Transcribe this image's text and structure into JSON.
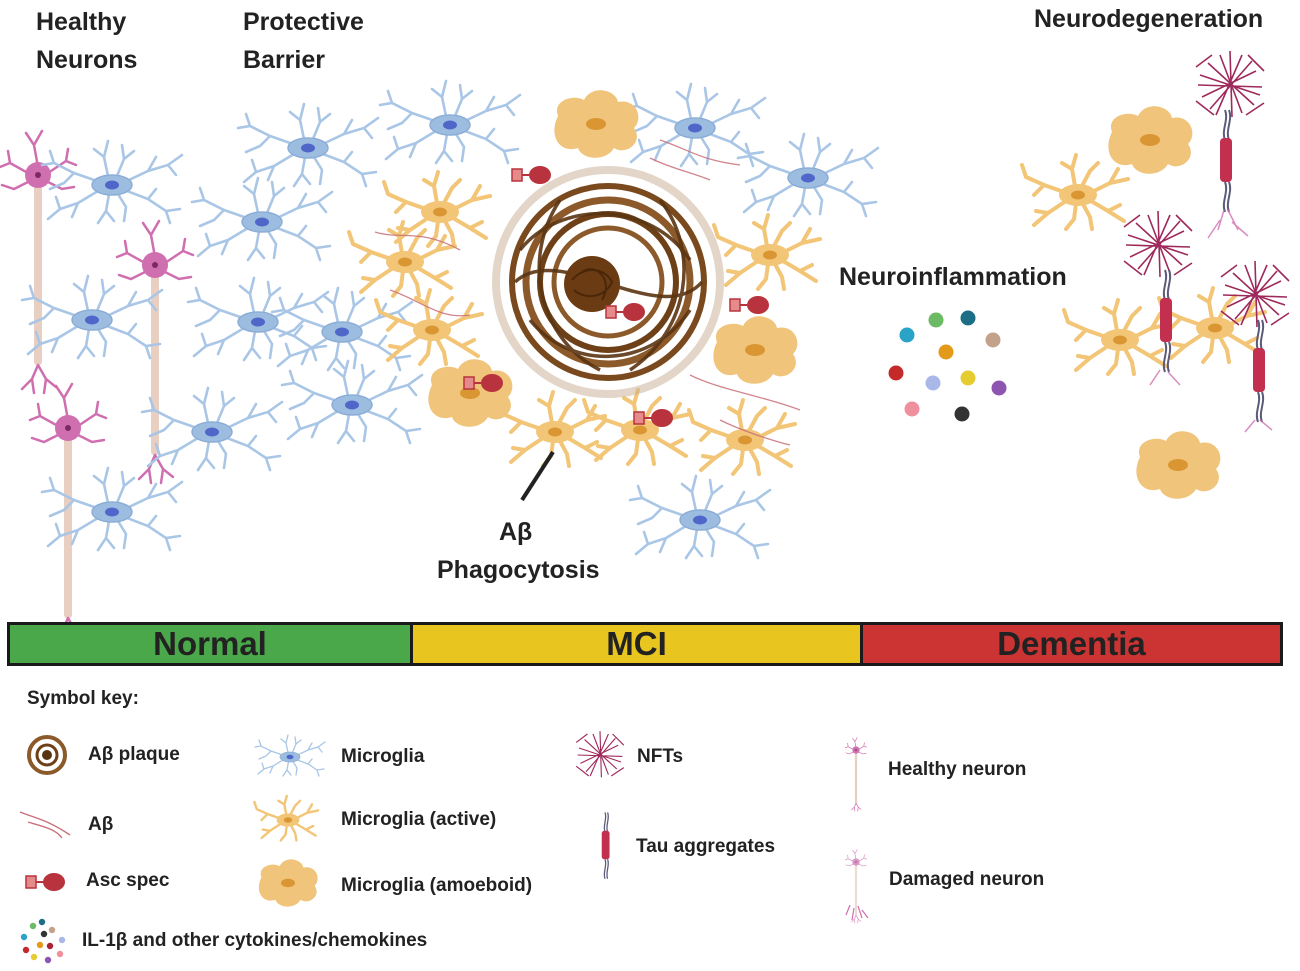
{
  "labels": {
    "healthy_neurons": [
      "Healthy",
      "Neurons"
    ],
    "protective_barrier": [
      "Protective",
      "Barrier"
    ],
    "neurodegeneration": "Neurodegeneration",
    "neuroinflammation": "Neuroinflammation",
    "abeta_phagocytosis": [
      "Aβ",
      "Phagocytosis"
    ]
  },
  "stages": [
    {
      "label": "Normal",
      "color": "#4aa84a"
    },
    {
      "label": "MCI",
      "color": "#e8c51f"
    },
    {
      "label": "Dementia",
      "color": "#cc3333"
    }
  ],
  "key": {
    "title": "Symbol key:",
    "items": [
      {
        "icon": "plaque-icon",
        "label": "Aβ plaque"
      },
      {
        "icon": "abeta-fibril-icon",
        "label": "Aβ"
      },
      {
        "icon": "asc-spec-icon",
        "label": "Asc spec"
      },
      {
        "icon": "cytokines-icon",
        "label": "IL-1β and other cytokines/chemokines"
      },
      {
        "icon": "microglia-icon",
        "label": "Microglia"
      },
      {
        "icon": "microglia-active-icon",
        "label": "Microglia (active)"
      },
      {
        "icon": "microglia-amoeboid-icon",
        "label": "Microglia (amoeboid)"
      },
      {
        "icon": "nft-icon",
        "label": "NFTs"
      },
      {
        "icon": "tau-aggregate-icon",
        "label": "Tau aggregates"
      },
      {
        "icon": "healthy-neuron-icon",
        "label": "Healthy neuron"
      },
      {
        "icon": "damaged-neuron-icon",
        "label": "Damaged neuron"
      }
    ]
  },
  "colors": {
    "microglia": "#9dbde0",
    "microglia_nucleus": "#4f67c9",
    "microglia_active": "#f2c577",
    "microglia_active_nucleus": "#d99633",
    "amoeboid": "#f0c47a",
    "neuron": "#cf6fb0",
    "axon": "#e9cfc2",
    "plaque": "#7a4a1e",
    "abeta": "#c9707a",
    "asc_spec": "#b8333d",
    "nft": "#9e2a5c",
    "cytokines": [
      "#2aa3c7",
      "#6cba63",
      "#1c6e86",
      "#c4a18c",
      "#c52a2a",
      "#e49a19",
      "#ab2233",
      "#a9b8e8",
      "#e5cc31",
      "#8e55b0",
      "#ef909e",
      "#333333"
    ]
  }
}
